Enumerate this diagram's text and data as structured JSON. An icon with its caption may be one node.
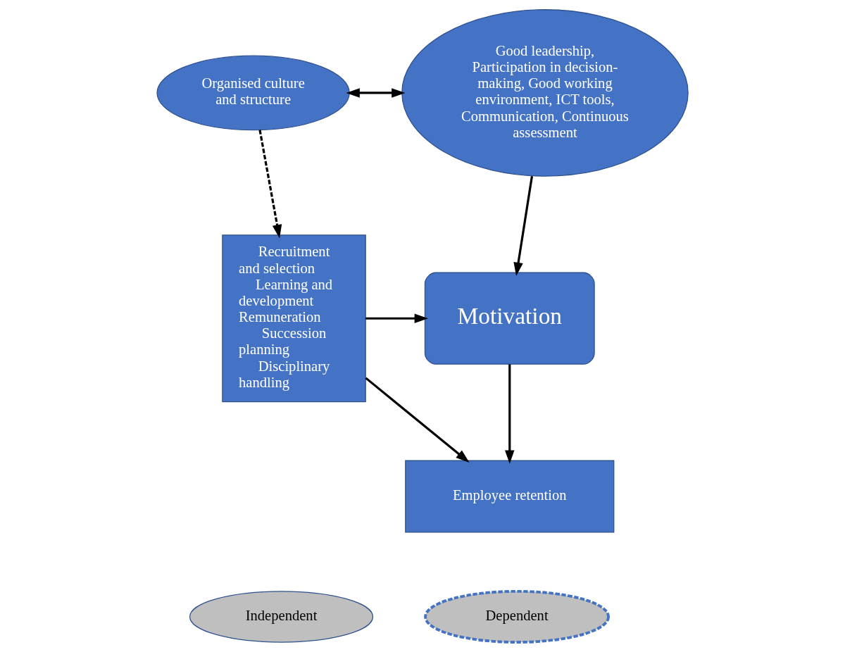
{
  "diagram": {
    "nodes": [
      {
        "text": [
          "Organised culture and structure"
        ]
      },
      {
        "text": [
          "Good leadership, Participation in decision-making, Good working environment, ICT tools, Communication, Continuous assessment"
        ]
      },
      {
        "text": [
          "Recruitment and selection",
          "Learning and development",
          "Remuneration",
          "Succession planning",
          "Disciplinary handling"
        ]
      },
      {
        "text": [
          "Motivation"
        ]
      },
      {
        "text": [
          "Employee retention"
        ]
      },
      {
        "text": [
          "Independent"
        ]
      },
      {
        "text": [
          "Dependent"
        ]
      }
    ],
    "edges": [
      {
        "from": 0,
        "to": 1,
        "arrow": "both"
      },
      {
        "from": 0,
        "to": 2,
        "arrow": "to",
        "style": "dashed"
      },
      {
        "from": 1,
        "to": 3,
        "arrow": "to"
      },
      {
        "from": 2,
        "to": 3,
        "arrow": "to"
      },
      {
        "from": 3,
        "to": 4,
        "arrow": "to"
      },
      {
        "from": 2,
        "to": 4,
        "arrow": "to"
      }
    ]
  }
}
